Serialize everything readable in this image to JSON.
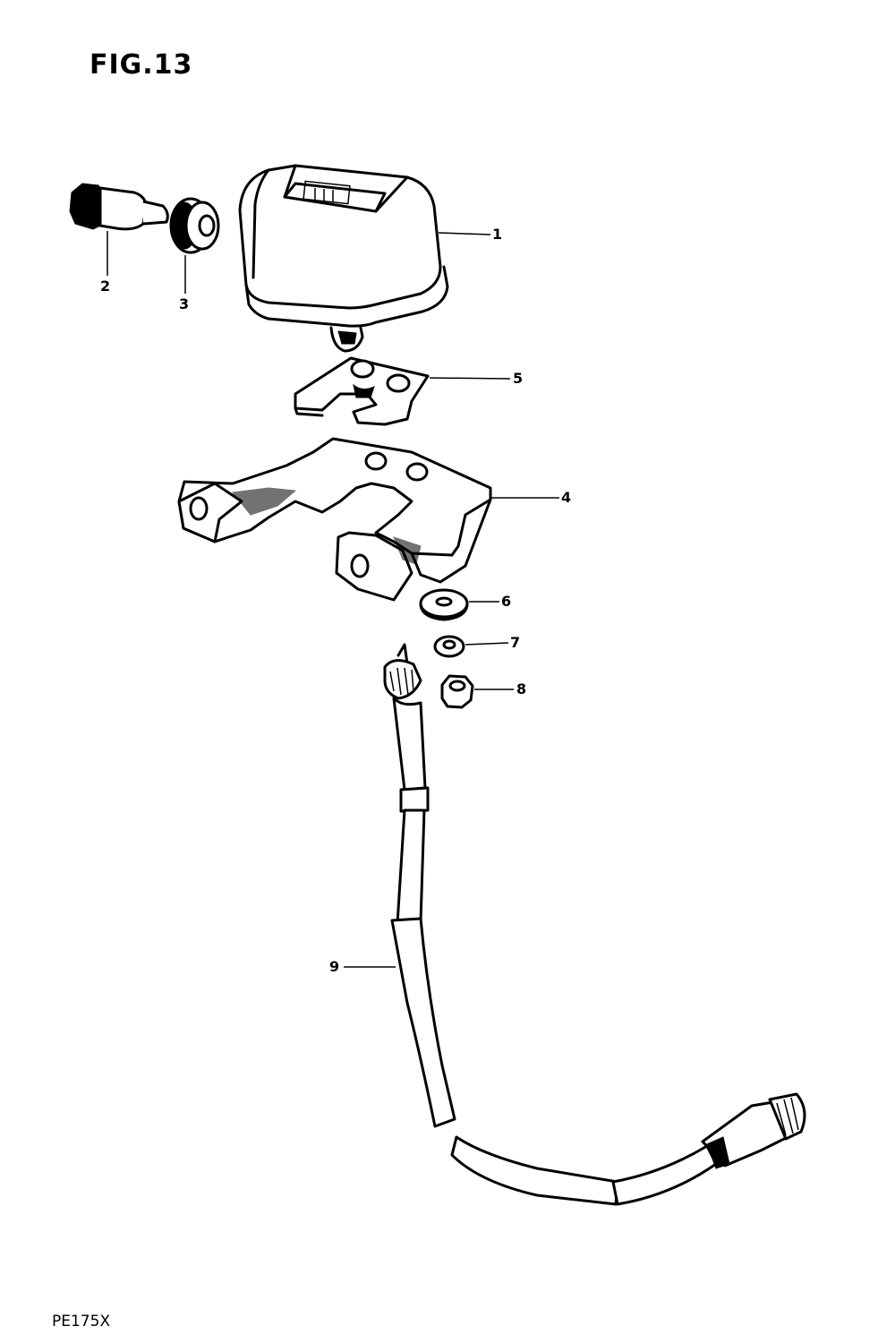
{
  "figure": {
    "title": "FIG.13",
    "model_code": "PE175X"
  },
  "callouts": [
    {
      "id": "1",
      "label": "1"
    },
    {
      "id": "2",
      "label": "2"
    },
    {
      "id": "3",
      "label": "3"
    },
    {
      "id": "4",
      "label": "4"
    },
    {
      "id": "5",
      "label": "5"
    },
    {
      "id": "6",
      "label": "6"
    },
    {
      "id": "7",
      "label": "7"
    },
    {
      "id": "8",
      "label": "8"
    },
    {
      "id": "9",
      "label": "9"
    }
  ]
}
